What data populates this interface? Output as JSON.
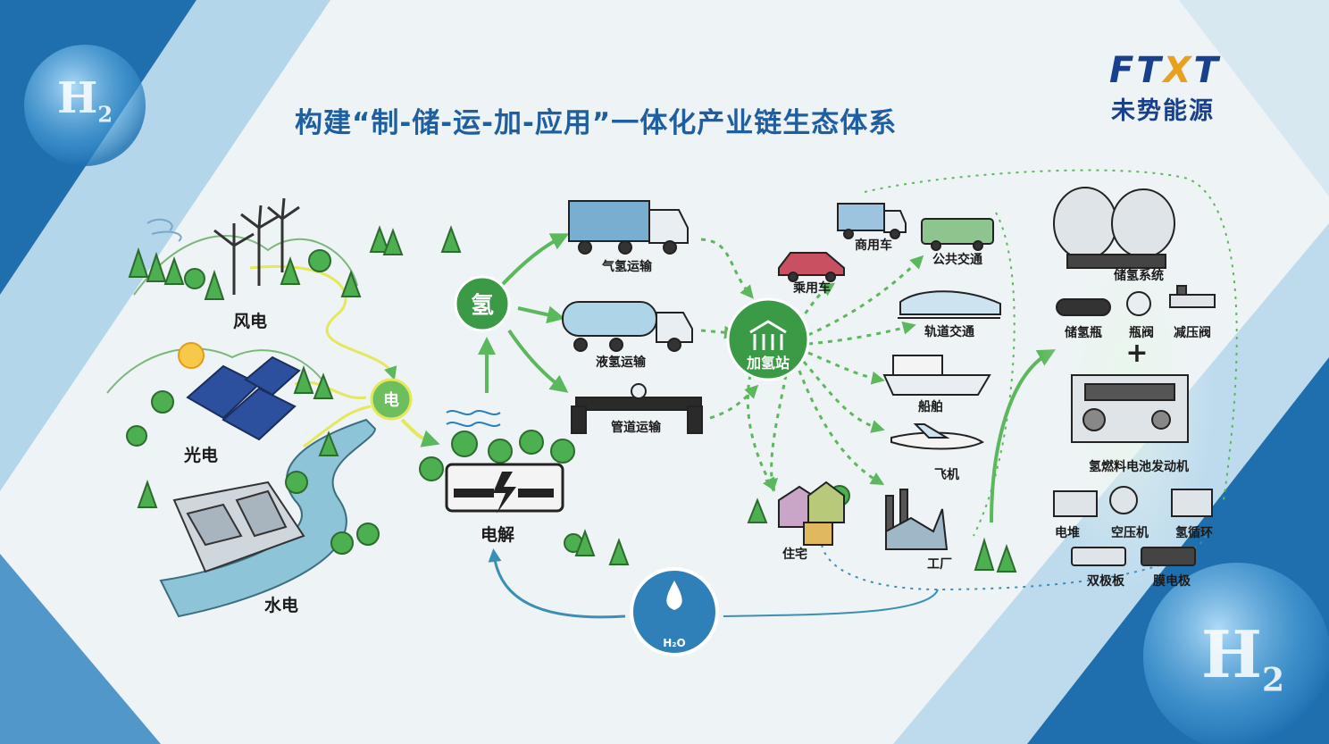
{
  "title": "构建“制-储-运-加-应用”一体化产业链生态体系",
  "logo": {
    "en_prefix": "FT",
    "en_x": "X",
    "en_suffix": "T",
    "cn": "未势能源"
  },
  "bubbles": {
    "symbol": "H",
    "sub": "2"
  },
  "sources": {
    "wind": "风电",
    "solar": "光电",
    "hydro": "水电"
  },
  "nodes": {
    "electricity": "电",
    "hydrogen": "氢",
    "electrolysis": "电解",
    "station": "加氢站",
    "water": "H₂O"
  },
  "transport": {
    "gas": "气氢运输",
    "liquid": "液氢运输",
    "pipeline": "管道运输"
  },
  "applications": {
    "commercial": "商用车",
    "bus": "公共交通",
    "passenger": "乘用车",
    "rail": "轨道交通",
    "ship": "船舶",
    "plane": "飞机",
    "home": "住宅",
    "factory": "工厂"
  },
  "system": {
    "storage": "储氢系统",
    "tank": "储氢瓶",
    "valve": "瓶阀",
    "reducer": "减压阀",
    "plus": "+",
    "engine": "氢燃料电池发动机",
    "stack": "电堆",
    "compressor": "空压机",
    "recirc": "氢循环",
    "bipolar": "双极板",
    "mea": "膜电极"
  }
}
